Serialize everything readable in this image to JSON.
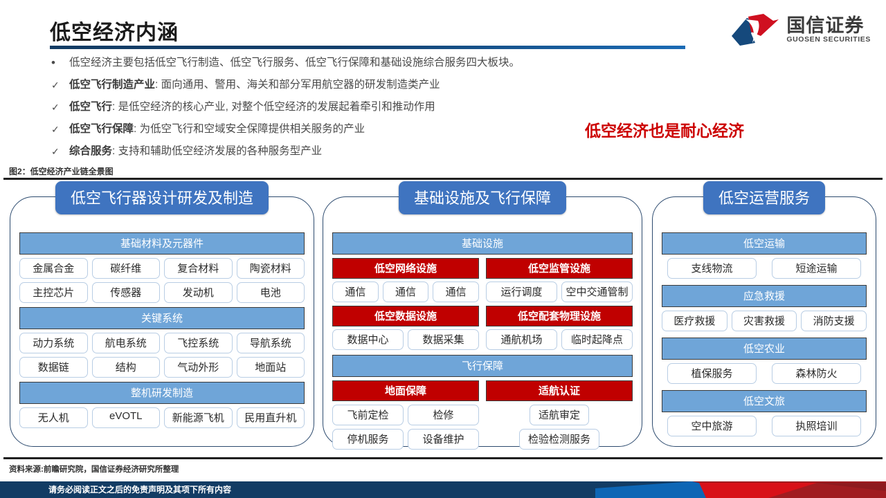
{
  "header": {
    "title": "低空经济内涵",
    "logo_cn": "国信证券",
    "logo_en": "GUOSEN SECURITIES"
  },
  "bullets": [
    {
      "marker": "•",
      "bold": "",
      "text": "低空经济主要包括低空飞行制造、低空飞行服务、低空飞行保障和基础设施综合服务四大板块。"
    },
    {
      "marker": "✓",
      "bold": "低空飞行制造产业",
      "text": ": 面向通用、警用、海关和部分军用航空器的研发制造类产业"
    },
    {
      "marker": "✓",
      "bold": "低空飞行",
      "text": ": 是低空经济的核心产业, 对整个低空经济的发展起着牵引和推动作用"
    },
    {
      "marker": "✓",
      "bold": "低空飞行保障",
      "text": ": 为低空飞行和空域安全保障提供相关服务的产业"
    },
    {
      "marker": "✓",
      "bold": "综合服务",
      "text": ": 支持和辅助低空经济发展的各种服务型产业"
    }
  ],
  "red_note": "低空经济也是耐心经济",
  "figure": {
    "caption": "图2：低空经济产业链全景图",
    "source": "资料来源:前瞻研究院，国信证券经济研究所整理"
  },
  "columns": {
    "left": {
      "badge": "低空飞行器设计研发及制造",
      "sections": [
        {
          "band": "基础材料及元器件",
          "rows": [
            [
              "金属合金",
              "碳纤维",
              "复合材料",
              "陶瓷材料"
            ],
            [
              "主控芯片",
              "传感器",
              "发动机",
              "电池"
            ]
          ]
        },
        {
          "band": "关键系统",
          "rows": [
            [
              "动力系统",
              "航电系统",
              "飞控系统",
              "导航系统"
            ],
            [
              "数据链",
              "结构",
              "气动外形",
              "地面站"
            ]
          ]
        },
        {
          "band": "整机研发制造",
          "rows": [
            [
              "无人机",
              "eVOTL",
              "新能源飞机",
              "民用直升机"
            ]
          ]
        }
      ]
    },
    "middle": {
      "badge": "基础设施及飞行保障",
      "band_infra": "基础设施",
      "band_flight": "飞行保障",
      "infra_left": [
        {
          "title": "低空网络设施",
          "items": [
            "通信",
            "通信",
            "通信"
          ]
        },
        {
          "title": "低空数据设施",
          "items": [
            "数据中心",
            "数据采集"
          ]
        }
      ],
      "infra_right": [
        {
          "title": "低空监管设施",
          "items": [
            "运行调度",
            "空中交通管制"
          ]
        },
        {
          "title": "低空配套物理设施",
          "items": [
            "通航机场",
            "临时起降点"
          ]
        }
      ],
      "flight_left": {
        "title": "地面保障",
        "rows": [
          [
            "飞前定检",
            "检修"
          ],
          [
            "停机服务",
            "设备维护"
          ]
        ]
      },
      "flight_right": {
        "title": "适航认证",
        "rows": [
          [
            "适航审定"
          ],
          [
            "检验检测服务"
          ]
        ]
      }
    },
    "right": {
      "badge": "低空运营服务",
      "sections": [
        {
          "band": "低空运输",
          "rows": [
            [
              "支线物流",
              "短途运输"
            ]
          ]
        },
        {
          "band": "应急救援",
          "rows": [
            [
              "医疗救援",
              "灾害救援",
              "消防支援"
            ]
          ]
        },
        {
          "band": "低空农业",
          "rows": [
            [
              "植保服务",
              "森林防火"
            ]
          ]
        },
        {
          "band": "低空文旅",
          "rows": [
            [
              "空中旅游",
              "执照培训"
            ]
          ]
        }
      ]
    }
  },
  "footer": {
    "disclaimer": "请务必阅读正文之后的免责声明及其项下所有内容"
  },
  "colors": {
    "badge_blue": "#3f74c0",
    "band_blue": "#6fa5d8",
    "band_red": "#c00000",
    "navy": "#123c64",
    "note_red": "#cc0000"
  }
}
